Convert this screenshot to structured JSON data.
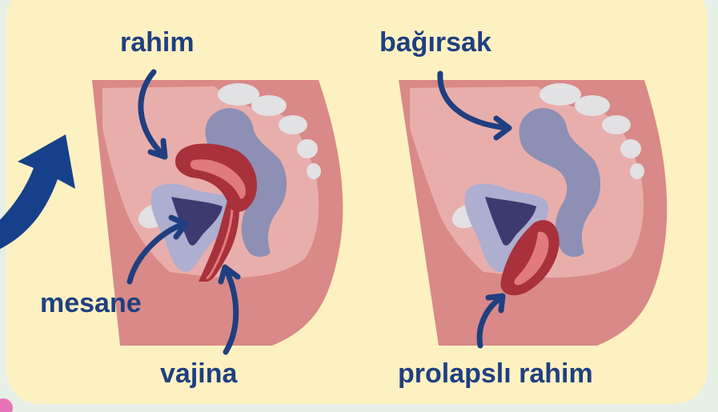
{
  "labels": {
    "uterus": "rahim",
    "bowel": "bağırsak",
    "bladder": "mesane",
    "vagina": "vajina",
    "prolapsed_uterus": "prolapslı rahim"
  },
  "colors": {
    "panel": "#fdf1c2",
    "page_background": "#e7f0e6",
    "skin_dark": "#d98987",
    "skin_light": "#e8aeac",
    "bowel": "#8d8fb4",
    "bowel_light": "#adaed0",
    "bone": "#e2e1e3",
    "uterus": "#a8313b",
    "uterus_inner": "#e07a7e",
    "bladder": "#3d3a70",
    "label_text": "#1f3f80",
    "arrow": "#1f3f80",
    "big_arrow": "#17408a",
    "corner_accent": "#e874b8"
  },
  "icons": [
    "arrow-icon",
    "curved-arrow-icon"
  ]
}
